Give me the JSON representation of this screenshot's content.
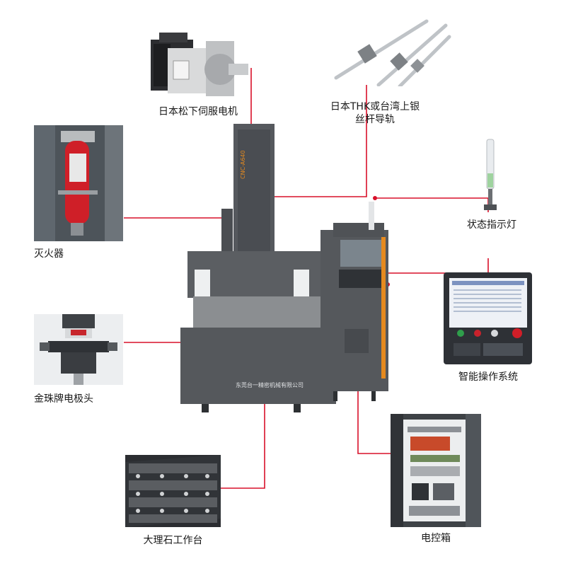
{
  "labels": {
    "servo_motor": "日本松下伺服电机",
    "ball_screw_line1": "日本THK或台湾上银",
    "ball_screw_line2": "丝杆导轨",
    "status_light": "状态指示灯",
    "fire_extinguisher": "灭火器",
    "electrode_head": "金珠牌电极头",
    "control_system": "智能操作系统",
    "marble_table": "大理石工作台",
    "control_cabinet": "电控箱"
  },
  "machine": {
    "model_badge": "CNC-A640",
    "base_text": "东莞台一精密机械有限公司"
  },
  "colors": {
    "leader_line": "#d8102a",
    "machine_body": "#55585c",
    "machine_dark": "#3b3e42",
    "accent_orange": "#e58a1f"
  },
  "icons": [
    "servo-motor-icon",
    "ball-screw-icon",
    "status-light-icon",
    "fire-extinguisher-icon",
    "electrode-head-icon",
    "control-panel-icon",
    "marble-table-icon",
    "control-cabinet-icon",
    "edm-machine-icon"
  ]
}
